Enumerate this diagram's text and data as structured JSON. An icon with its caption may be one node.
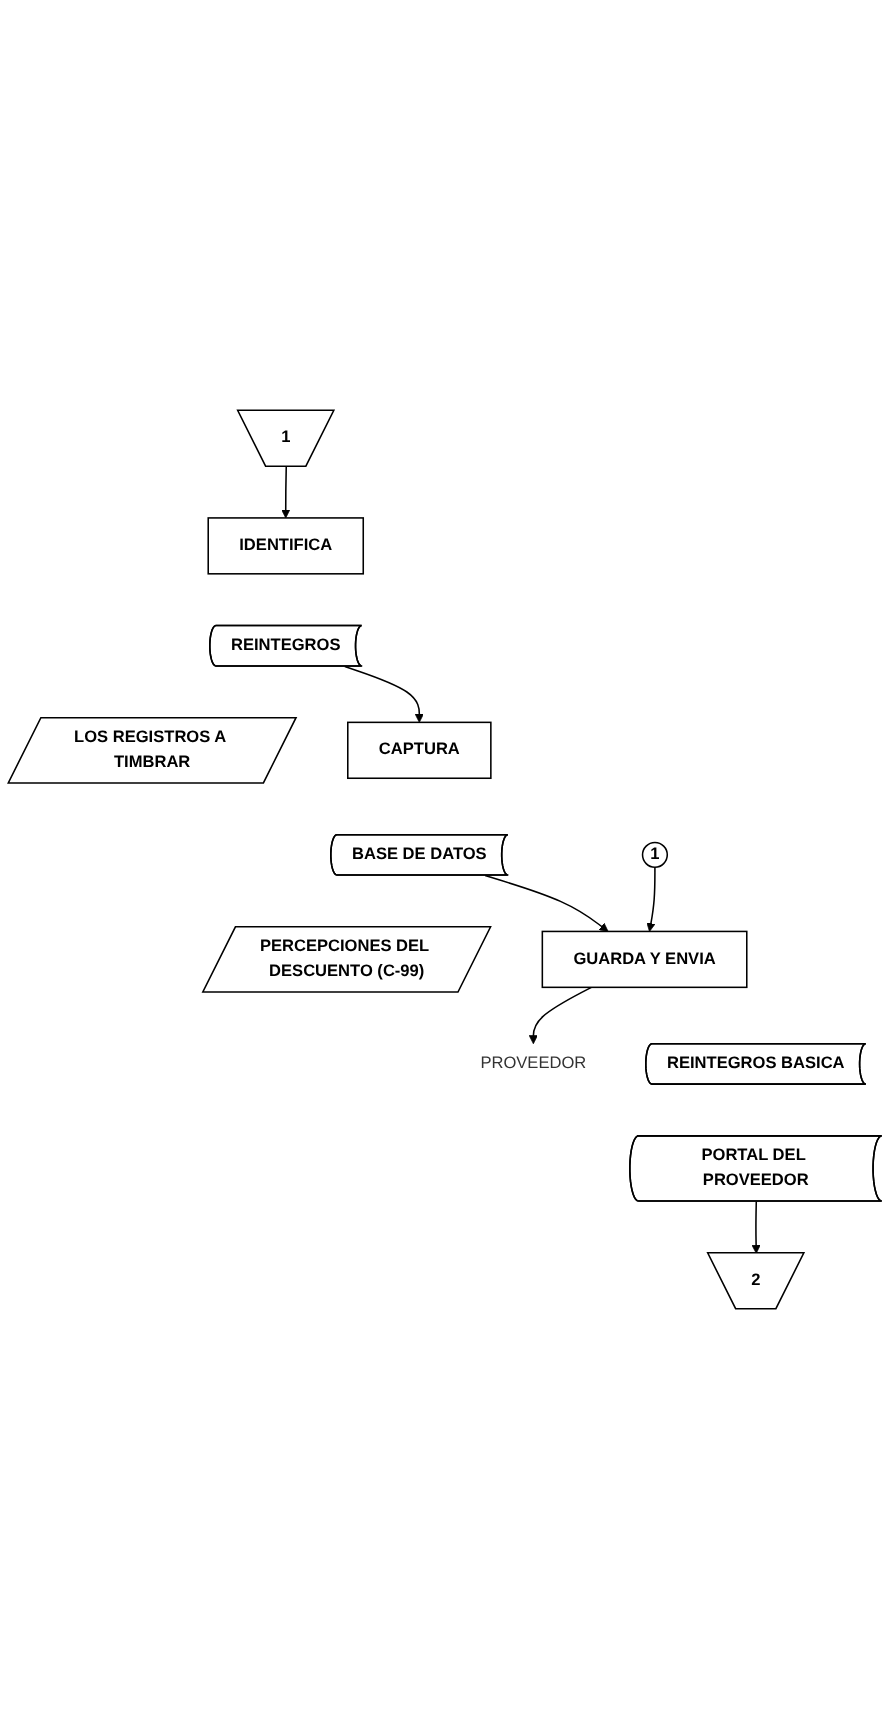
{
  "diagram": {
    "nodes": [
      {
        "text": [
          "1"
        ]
      },
      {
        "text": [
          "IDENTIFICA"
        ]
      },
      {
        "text": [
          "REINTEGROS"
        ]
      },
      {
        "text": [
          "LOS REGISTROS A TIMBRAR"
        ]
      },
      {
        "text": [
          "CAPTURA"
        ]
      },
      {
        "text": [
          "BASE DE DATOS"
        ]
      },
      {
        "text": [
          "PERCEPCIONES DEL DESCUENTO (C-99)"
        ]
      },
      {
        "text": [
          "GUARDA Y ENVIA"
        ]
      },
      {
        "text": [
          "1"
        ]
      },
      {
        "text": [
          "PROVEEDOR"
        ]
      },
      {
        "text": [
          "REINTEGROS BASICA"
        ]
      },
      {
        "text": [
          "PORTAL DEL PROVEEDOR"
        ]
      },
      {
        "text": [
          "2"
        ]
      }
    ],
    "edges": [
      {
        "from": 0,
        "to": 1,
        "arrow": "to"
      },
      {
        "from": 2,
        "to": 4,
        "arrow": "to"
      },
      {
        "from": 5,
        "to": 7,
        "arrow": "to"
      },
      {
        "from": 8,
        "to": 7,
        "arrow": "to"
      },
      {
        "from": 7,
        "to": 9,
        "arrow": "to"
      },
      {
        "from": 11,
        "to": 12,
        "arrow": "to"
      }
    ]
  }
}
